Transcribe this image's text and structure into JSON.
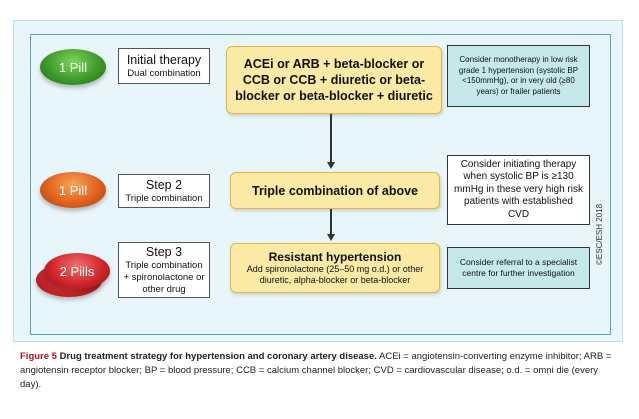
{
  "pills": {
    "p1": "1 Pill",
    "p2": "1 Pill",
    "p3": "2 Pills"
  },
  "steps": {
    "s1_title": "Initial therapy",
    "s1_sub": "Dual combination",
    "s2_title": "Step 2",
    "s2_sub": "Triple combination",
    "s3_title": "Step 3",
    "s3_sub": "Triple combination + spironolactone or other drug"
  },
  "drugs": {
    "d1": "ACEi or ARB + beta-blocker or CCB or CCB + diuretic or beta-blocker or beta-blocker + diuretic",
    "d2": "Triple combination of above",
    "d3_title": "Resistant hypertension",
    "d3_sub": "Add spironolactone (25–50 mg o.d.) or other diuretic, alpha-blocker or beta-blocker"
  },
  "notes": {
    "n1": "Consider monotherapy in low risk grade 1 hypertension (systolic BP <150mmHg), or in very old (≥80 years) or frailer patients",
    "n2": "Consider initiating therapy when systolic BP is ≥130 mmHg in these very high risk patients with established CVD",
    "n3": "Consider referral to a specialist centre for further investigation"
  },
  "copyright": "©ESC/ESH 2018",
  "caption": {
    "fig_label": "Figure 5",
    "title": "Drug treatment strategy for hypertension and coronary artery disease.",
    "body": "ACEi = angiotensin-converting enzyme inhibitor; ARB = angiotensin receptor blocker; BP = blood pressure; CCB = calcium channel blocker; CVD = cardiovascular disease; o.d. = omni die (every day)."
  },
  "colors": {
    "pill1": "#3e9a2a",
    "pill2": "#e2621c",
    "pill3": "#d0262a",
    "drug_box": "#fbe9a6",
    "note_teal": "#c5e8ea",
    "caption_label": "#b3141e"
  }
}
